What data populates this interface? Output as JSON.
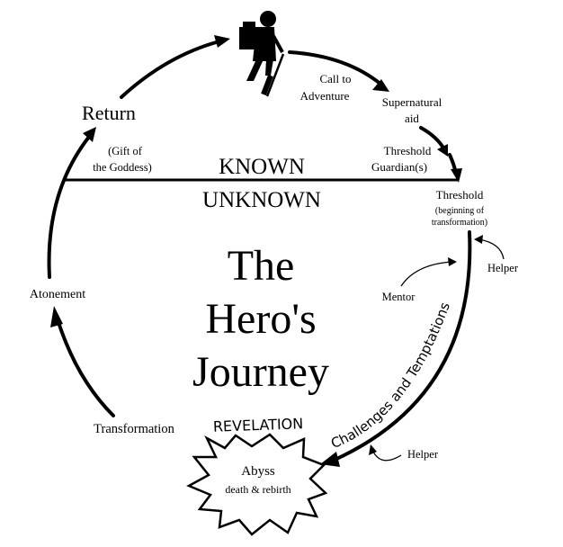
{
  "diagram": {
    "title_line1": "The",
    "title_line2": "Hero's",
    "title_line3": "Journey",
    "known": "KNOWN",
    "unknown": "UNKNOWN",
    "stages": {
      "call_line1": "Call to",
      "call_line2": "Adventure",
      "supernatural_line1": "Supernatural",
      "supernatural_line2": "aid",
      "guardian_line1": "Threshold",
      "guardian_line2": "Guardian(s)",
      "threshold": "Threshold",
      "threshold_note_line1": "(beginning of",
      "threshold_note_line2": "transformation)",
      "helper_top": "Helper",
      "mentor": "Mentor",
      "challenges": "Challenges and Temptations",
      "helper_bottom": "Helper",
      "revelation": "REVELATION",
      "abyss": "Abyss",
      "abyss_note": "death & rebirth",
      "transformation": "Transformation",
      "atonement": "Atonement",
      "return": "Return",
      "return_note_line1": "(Gift of",
      "return_note_line2": "the Goddess)"
    },
    "icons": {
      "hero": "hiker-icon"
    }
  }
}
